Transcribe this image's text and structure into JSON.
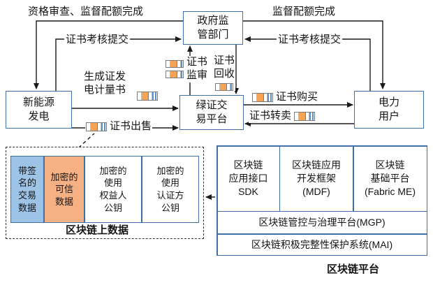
{
  "colors": {
    "border_blue": "#3f6fa8",
    "cell_blue": "#9dc3e6",
    "cell_orange": "#f5b183",
    "icon_orange": "#f5a455",
    "icon_blue": "#5b8fd0"
  },
  "nodes": {
    "gov": "政府监\n管部门",
    "new_energy": "新能源\n发电",
    "platform": "绿证交\n易平台",
    "user": "电力\n用户"
  },
  "labels": {
    "qualification": "资格审查、监督配额完成",
    "quota_done": "监督配额完成",
    "cert_review_left": "证书考核提交",
    "cert_review_right": "证书考核提交",
    "cert_supervise": "证书\n监审",
    "cert_recycle": "证书\n回收",
    "gen_metering": "生成证发\n电计量书",
    "cert_sell": "证书出售",
    "cert_buy": "证书购买",
    "cert_resell": "证书转卖"
  },
  "onchain": {
    "cells": [
      "带签\n名的\n交易\n数据",
      "加密的\n可信\n数据",
      "加密的\n使用\n权益人\n公钥",
      "加密的\n使用\n认证方\n公钥"
    ],
    "label": "区块链上数据"
  },
  "platform_stack": {
    "top_cells": [
      "区块链\n应用接口\nSDK",
      "区块链应用\n开发框架\n(MDF)",
      "区块链\n基础平台\n(Fabric ME)"
    ],
    "row2": "区块链管控与治理平台(MGP)",
    "row3": "区块链积极完整性保护系统(MAI)",
    "label": "区块链平台"
  }
}
